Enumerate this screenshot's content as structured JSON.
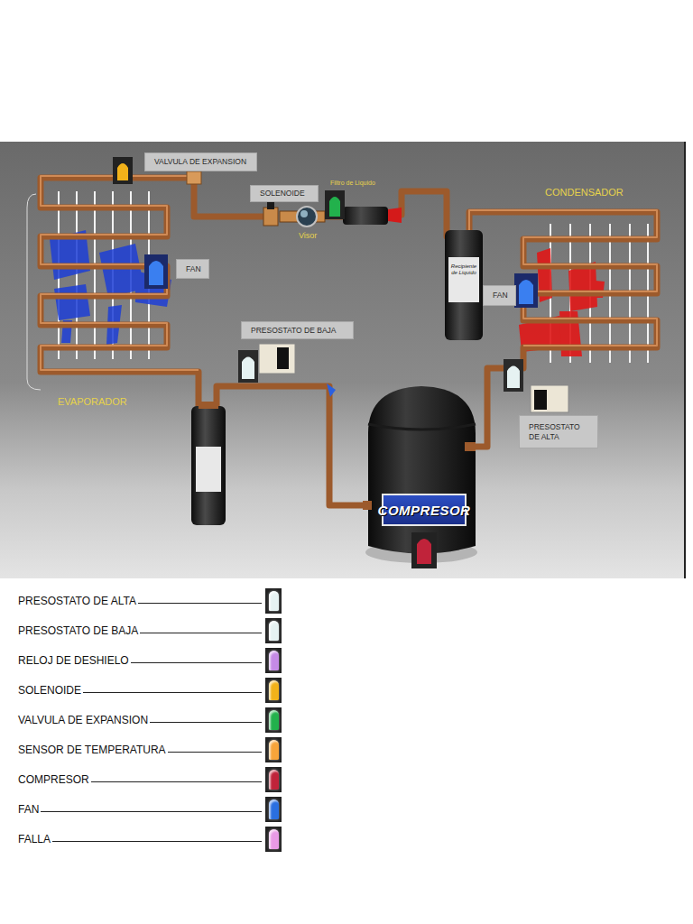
{
  "diagram": {
    "nodes": [
      {
        "text": [
          "VALVULA DE EXPANSION"
        ]
      },
      {
        "text": [
          "SOLENOIDE"
        ]
      },
      {
        "text": [
          "FAN"
        ]
      },
      {
        "text": [
          "FAN"
        ]
      },
      {
        "text": [
          "PRESOSTATO DE BAJA"
        ]
      },
      {
        "text": [
          "PRESOSTATO DE ALTA"
        ]
      },
      {
        "text": [
          "COMPRESOR"
        ]
      }
    ],
    "labels": [
      "Filtro de Liquido",
      "Visor",
      "CONDENSADOR",
      "Recipiente de Liquido",
      "EVAPORADOR"
    ],
    "legend": [
      {
        "text": "PRESOSTATO DE ALTA",
        "color": "#e6f2f2"
      },
      {
        "text": "PRESOSTATO DE BAJA",
        "color": "#e6f2f2"
      },
      {
        "text": "RELOJ DE DESHIELO",
        "color": "#c58ae6"
      },
      {
        "text": "SOLENOIDE",
        "color": "#f2b21a"
      },
      {
        "text": "VALVULA DE EXPANSION",
        "color": "#22b14c"
      },
      {
        "text": "SENSOR DE TEMPERATURA",
        "color": "#f7a43a"
      },
      {
        "text": "COMPRESOR",
        "color": "#c0233a"
      },
      {
        "text": "FAN",
        "color": "#2a6fe0"
      },
      {
        "text": "FALLA",
        "color": "#e89ae6"
      }
    ]
  }
}
